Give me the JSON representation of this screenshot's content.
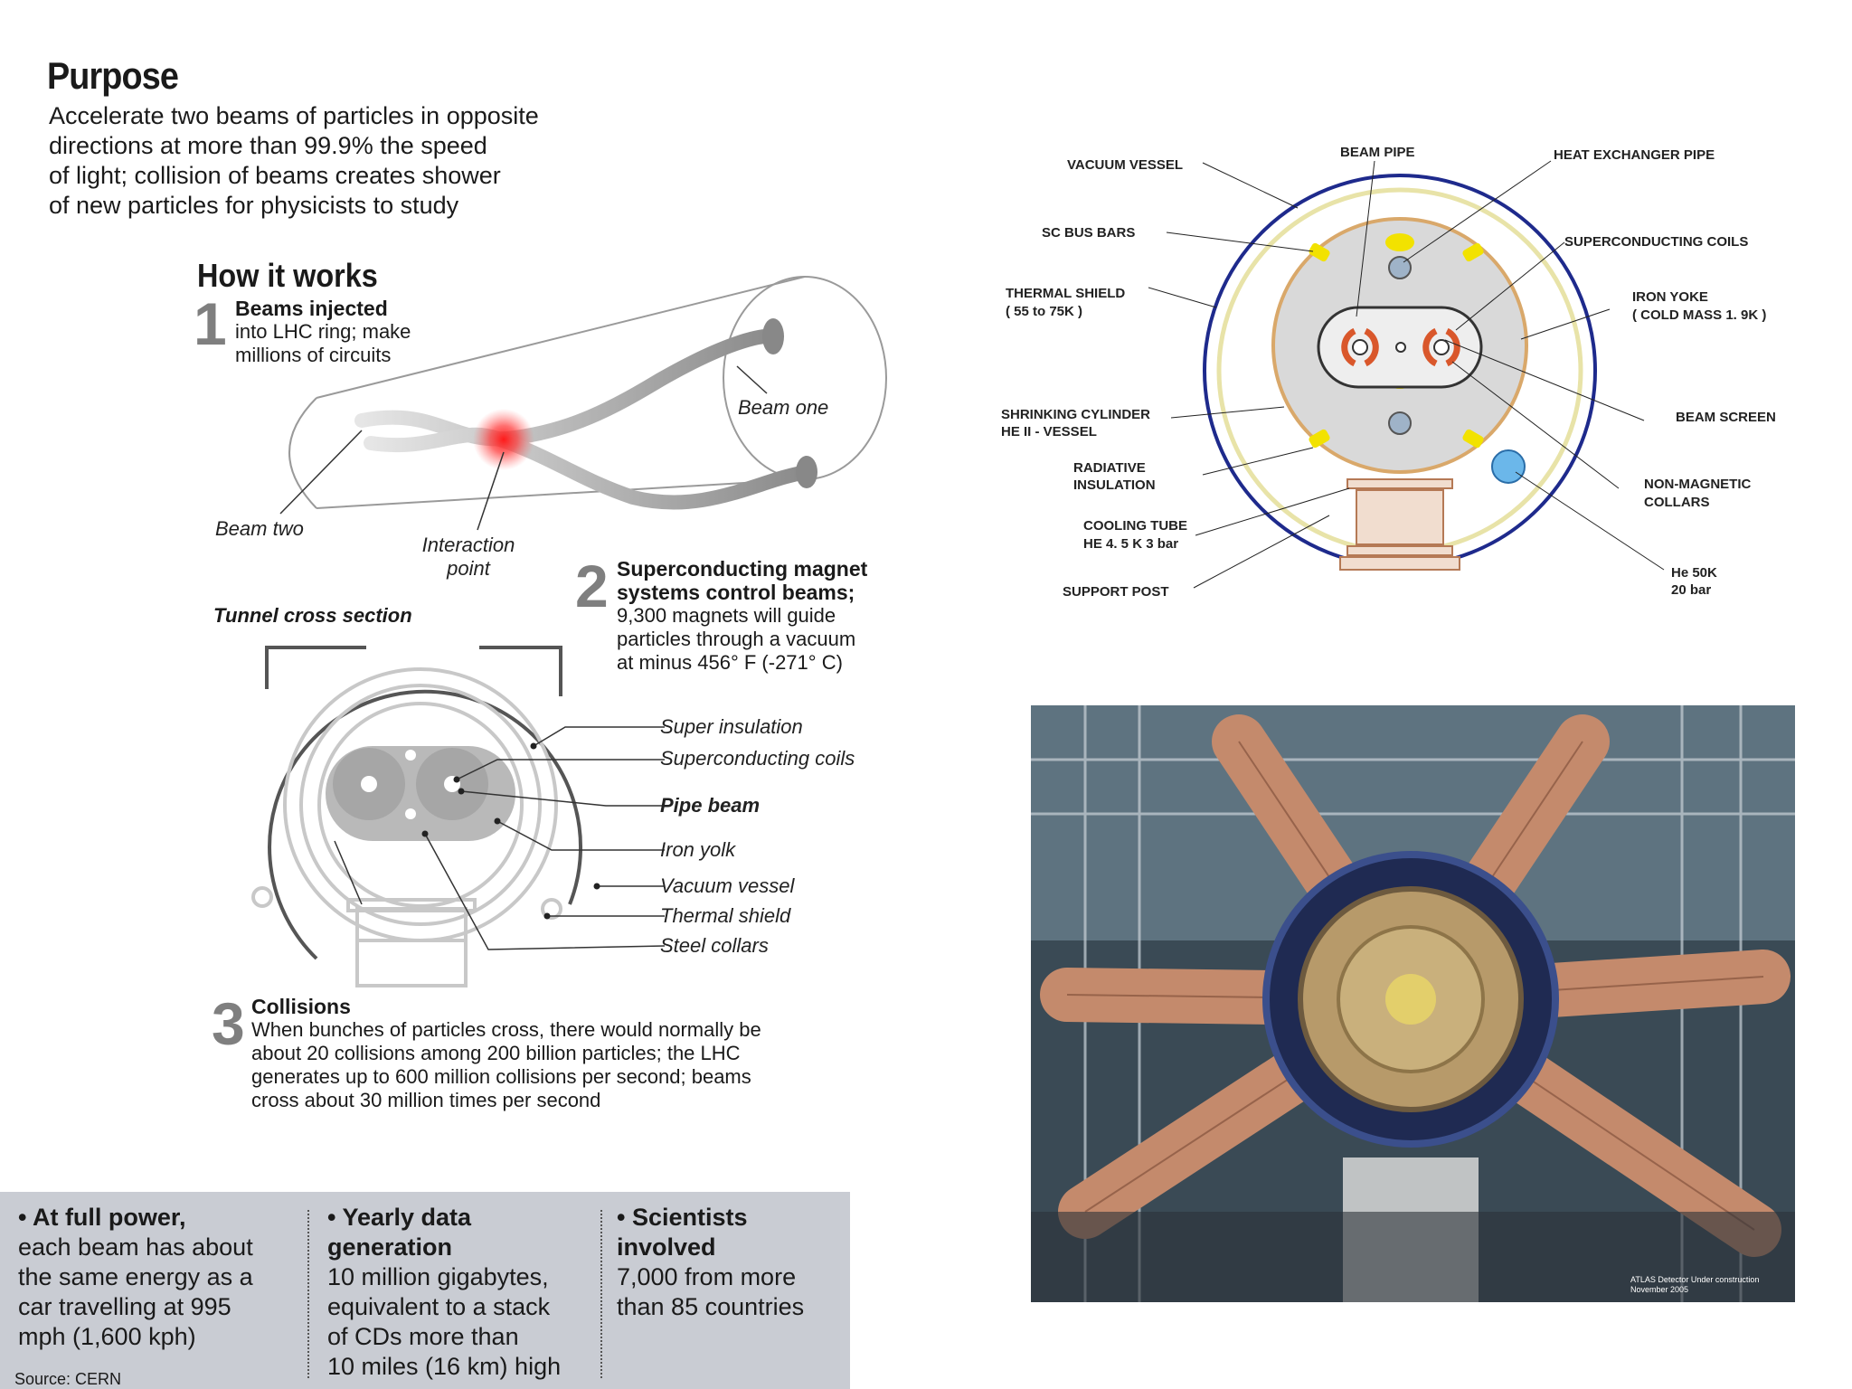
{
  "purpose": {
    "title": "Purpose",
    "lines": [
      "Accelerate two beams of particles in opposite",
      "directions at more than 99.9% the speed",
      "of light; collision of beams creates shower",
      "of new particles for physicists to study"
    ]
  },
  "how": {
    "title": "How it works",
    "step1": {
      "num": "1",
      "title": "Beams injected",
      "lines": [
        "into LHC ring; make",
        "millions of circuits"
      ]
    },
    "step2": {
      "num": "2",
      "title_lines": [
        "Superconducting magnet",
        "systems control beams;"
      ],
      "lines": [
        "9,300 magnets will guide",
        "particles through a vacuum",
        "at minus 456° F (-271° C)"
      ]
    },
    "step3": {
      "num": "3",
      "title": "Collisions",
      "lines": [
        "When bunches of particles cross, there would normally be",
        "about 20 collisions among 200 billion particles; the LHC",
        "generates up to 600 million collisions per second; beams",
        "cross about 30 million times per second"
      ]
    },
    "beam_one": "Beam one",
    "beam_two": "Beam two",
    "interaction_point": [
      "Interaction",
      "point"
    ]
  },
  "tunnel": {
    "title": "Tunnel cross section",
    "labels": [
      "Super insulation",
      "Superconducting coils",
      "Pipe beam",
      "Iron yolk",
      "Vacuum vessel",
      "Thermal shield",
      "Steel collars"
    ]
  },
  "dipole": {
    "left_labels": [
      "VACUUM VESSEL",
      "SC BUS BARS",
      "THERMAL SHIELD",
      "( 55 to 75K )",
      "SHRINKING CYLINDER",
      "HE II - VESSEL",
      "RADIATIVE",
      "INSULATION",
      "COOLING TUBE",
      "HE 4. 5 K  3 bar",
      "SUPPORT POST"
    ],
    "top_labels": [
      "BEAM PIPE",
      "HEAT EXCHANGER PIPE"
    ],
    "right_labels": [
      "SUPERCONDUCTING COILS",
      "IRON YOKE",
      "( COLD MASS 1. 9K )",
      "BEAM SCREEN",
      "NON-MAGNETIC",
      "COLLARS",
      "He 50K",
      "20 bar"
    ]
  },
  "facts": [
    {
      "head": "• At full power,",
      "lines": [
        "each beam has about",
        "the same energy as a",
        "car travelling at 995",
        "mph (1,600 kph)"
      ]
    },
    {
      "head_lines": [
        "• Yearly data",
        "generation"
      ],
      "lines": [
        "10 million gigabytes,",
        "equivalent to a stack",
        "of CDs more than",
        "10 miles (16 km) high"
      ]
    },
    {
      "head_lines": [
        "• Scientists",
        "involved"
      ],
      "lines": [
        "7,000 from more",
        "than 85 countries"
      ]
    }
  ],
  "source": "Source: CERN",
  "photo": {
    "caption_lines": [
      "ATLAS Detector Under construction",
      "November 2005"
    ]
  }
}
